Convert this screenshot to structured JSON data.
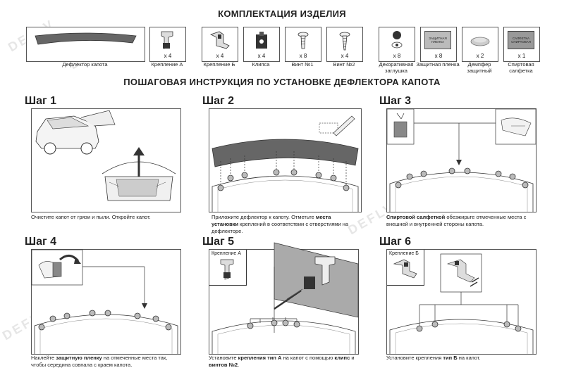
{
  "titles": {
    "kit": "КОМПЛЕКТАЦИЯ ИЗДЕЛИЯ",
    "instruction": "ПОШАГОВАЯ ИНСТРУКЦИЯ ПО УСТАНОВКЕ ДЕФЛЕКТОРА КАПОТА"
  },
  "watermark": "DEFLV",
  "kit_items": [
    {
      "name": "Дефлектор капота",
      "qty": ""
    },
    {
      "name": "Крепление  А",
      "qty": "x 4"
    },
    {
      "name": "Крепление  Б",
      "qty": "x 4"
    },
    {
      "name": "Клипса",
      "qty": "x 4"
    },
    {
      "name": "Винт №1",
      "qty": "x 8"
    },
    {
      "name": "Винт №2",
      "qty": "x 4"
    },
    {
      "name": "Декоративная заглушка",
      "qty": "x 8"
    },
    {
      "name": "Защитная пленка",
      "qty": "x 8",
      "inner": "ЗАЩИТНАЯ ПЛЕНКА"
    },
    {
      "name": "Демпфер защитный",
      "qty": "x 2"
    },
    {
      "name": "Спиртовая салфетка",
      "qty": "x 1",
      "inner": "САЛФЕТКА СПИРТОВАЯ"
    }
  ],
  "steps": [
    {
      "title": "Шаг 1",
      "text": "Очистите капот от грязи и пыли. Откройте капот."
    },
    {
      "title": "Шаг 2",
      "text_a": "Приложите дефлектор к капоту. Отметьте ",
      "text_b": "места установки",
      "text_c": " креплений в соответствии с отверстиями на дефлекторе."
    },
    {
      "title": "Шаг 3",
      "text_a": "Спиртовой салфеткой",
      "text_b": " обезжирьте отмеченные места с внешней и внутренней стороны капота."
    },
    {
      "title": "Шаг 4",
      "text_a": "Наклейте ",
      "text_b": "защитную пленку",
      "text_c": " на отмеченные места так, чтобы середина совпала с краем капота."
    },
    {
      "title": "Шаг 5",
      "label": "Крепление А",
      "text_a": "Установите ",
      "text_b": "крепления тип А",
      "text_c": " на капот с помощью ",
      "text_d": "клипс",
      "text_e": " и ",
      "text_f": "винтов №2",
      "text_g": "."
    },
    {
      "title": "Шаг 6",
      "label": "Крепление Б",
      "text_a": "Установите крепления ",
      "text_b": "тип Б",
      "text_c": " на капот."
    }
  ]
}
